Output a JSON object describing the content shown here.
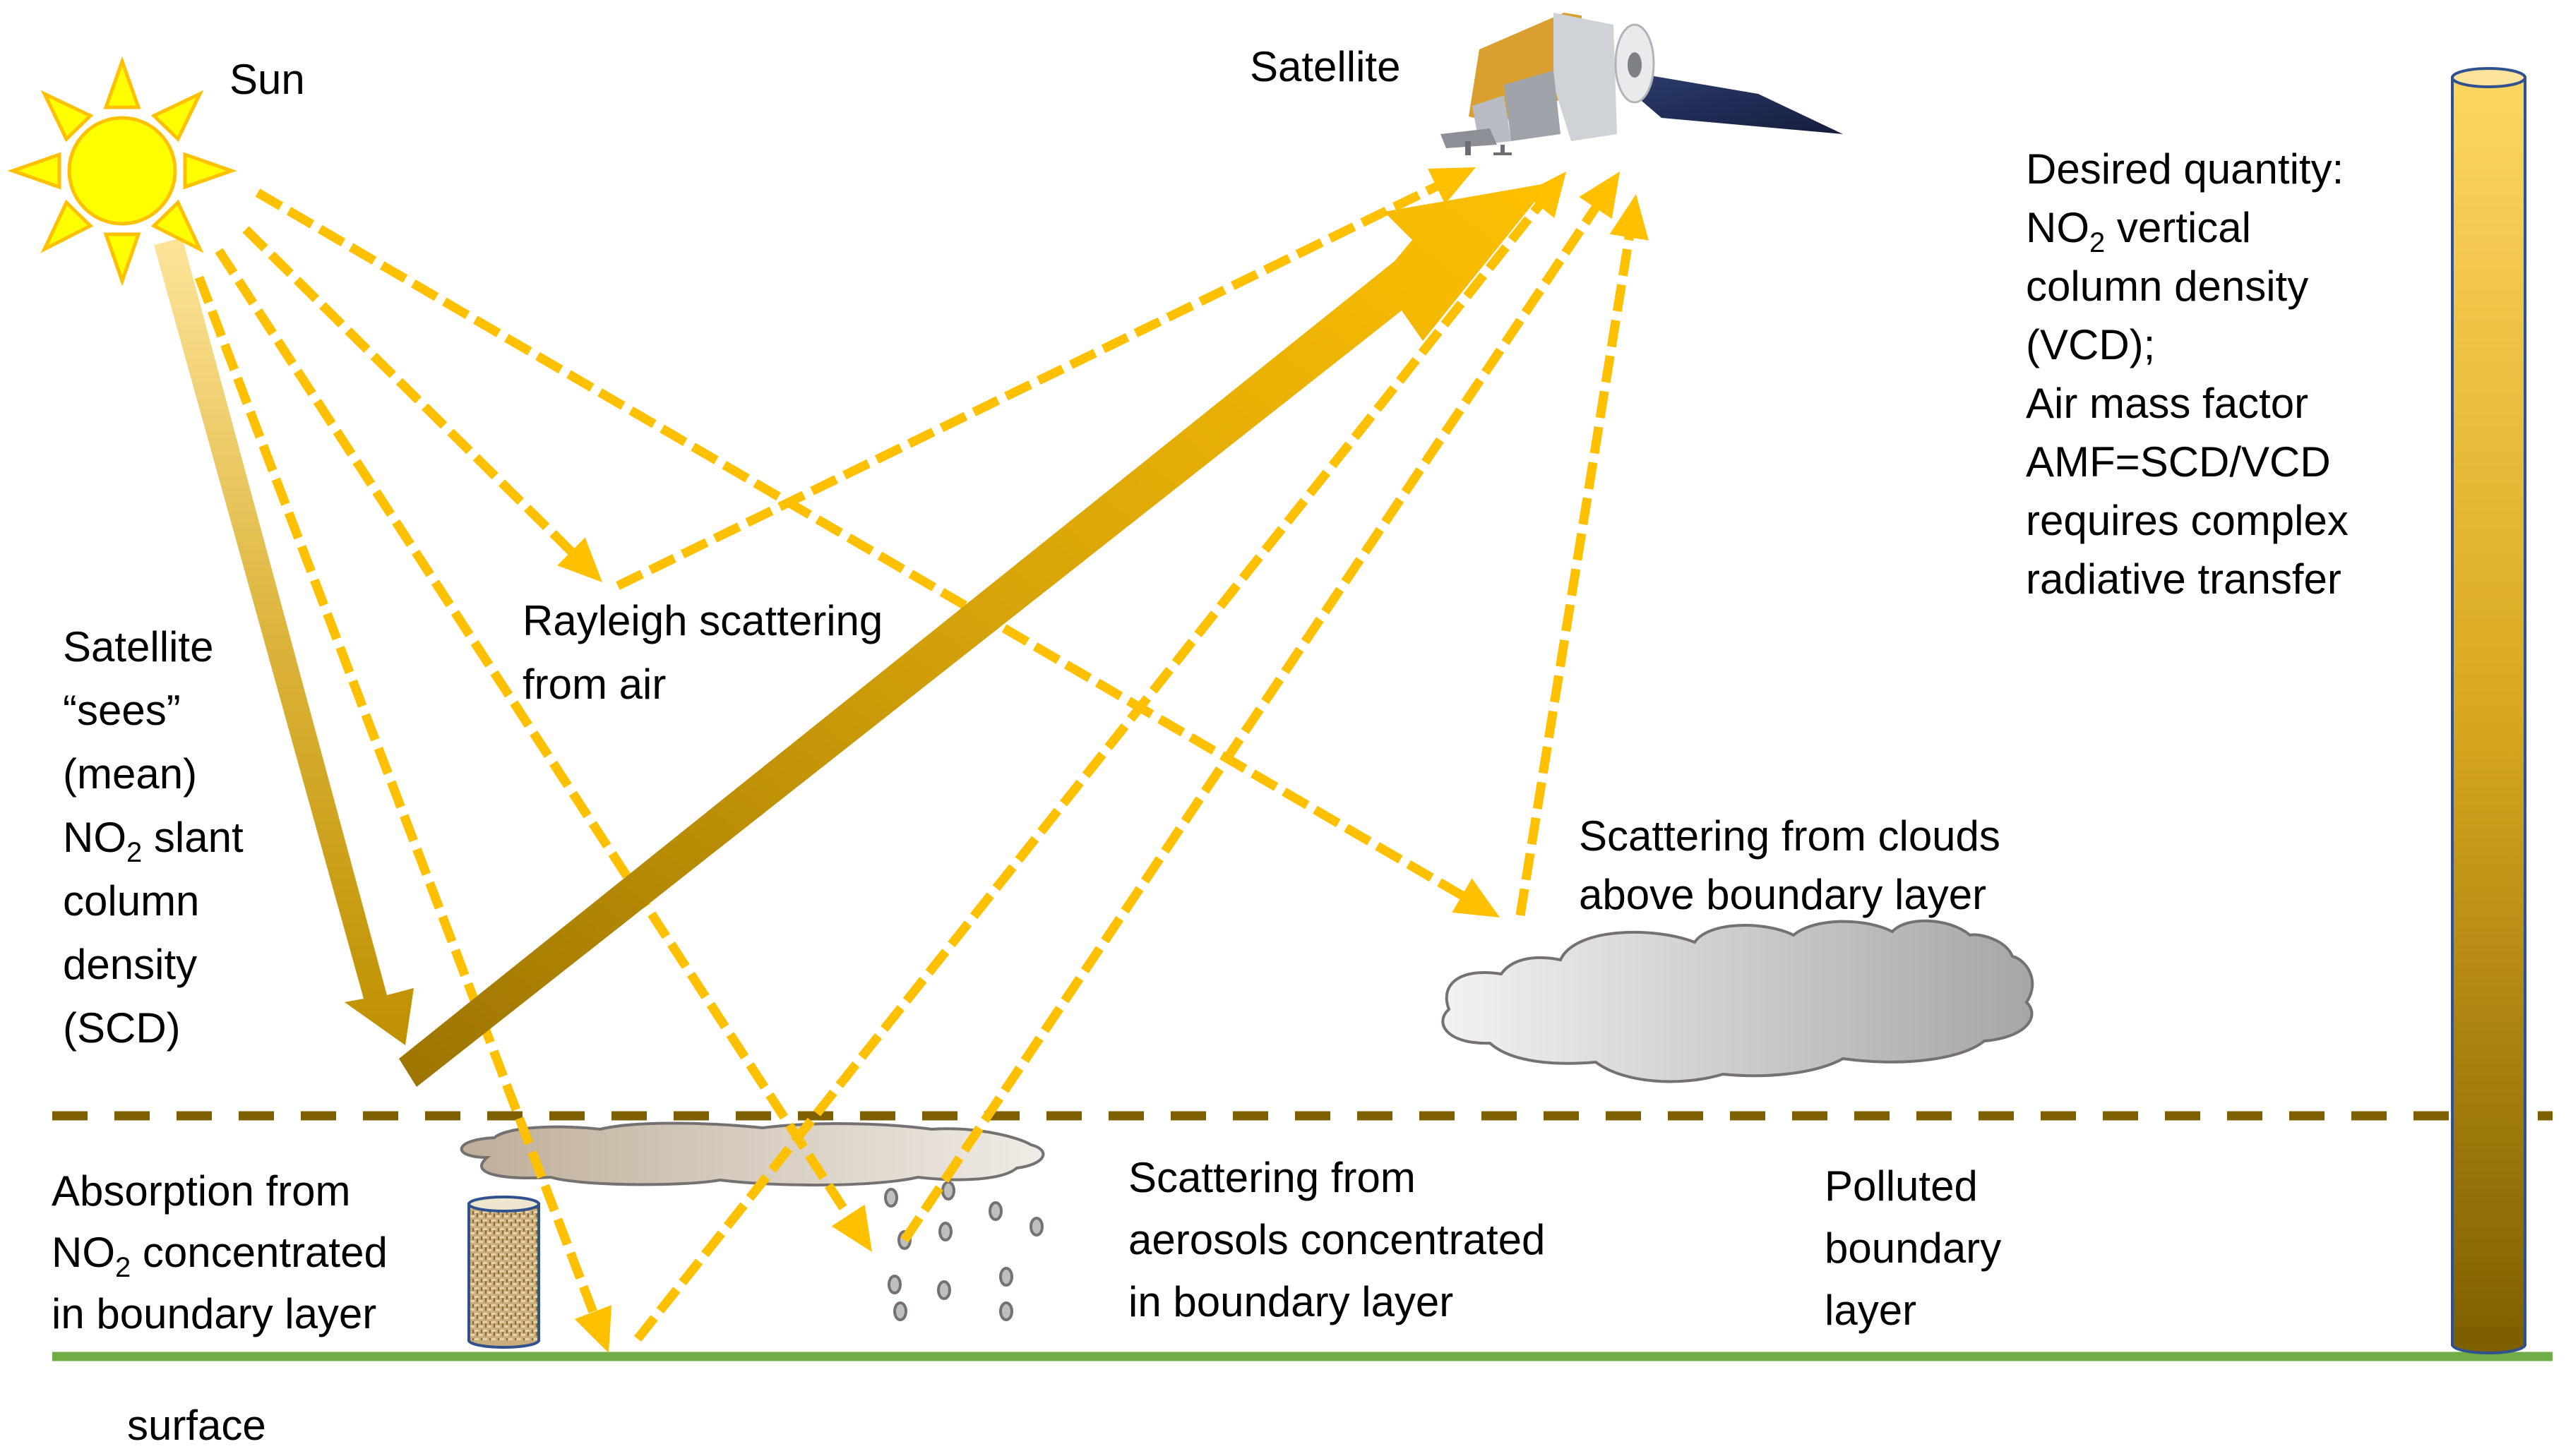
{
  "labels": {
    "sun": "Sun",
    "satellite": "Satellite",
    "rayleigh": [
      "Rayleigh scattering",
      "from air"
    ],
    "satellite_sees": [
      "Satellite",
      "“sees”",
      "(mean)",
      {
        "pre": "NO",
        "sub": "2",
        "post": " slant"
      },
      "column",
      "density",
      "(SCD)"
    ],
    "desired": [
      "Desired quantity:",
      {
        "pre": "NO",
        "sub": "2",
        "post": " vertical"
      },
      "column density",
      "(VCD);",
      "Air mass factor",
      "AMF=SCD/VCD",
      "requires complex",
      "radiative transfer"
    ],
    "clouds": [
      "Scattering from clouds",
      "above boundary layer"
    ],
    "absorption": [
      "Absorption from",
      {
        "pre": "NO",
        "sub": "2",
        "post": " concentrated"
      },
      "in boundary layer"
    ],
    "aerosols": [
      "Scattering from",
      "aerosols concentrated",
      "in boundary layer"
    ],
    "polluted": [
      "Polluted",
      "boundary",
      "layer"
    ],
    "surface": "surface"
  },
  "colors": {
    "ray": "#ffc000",
    "boundary_line": "#7f6000",
    "surface_line": "#70ad47",
    "column_outline": "#2f528f",
    "sun_fill": "#ffff00",
    "sun_outline": "#ffc000",
    "cloud_outline": "#767171",
    "text": "#000000"
  },
  "icons": {
    "sun": "sun-icon",
    "satellite": "satellite-icon",
    "cloud": "cloud-icon",
    "aerosol": "aerosol-particles-icon",
    "no2_column": "no2-column-icon",
    "vcd_column": "vertical-column-icon"
  }
}
